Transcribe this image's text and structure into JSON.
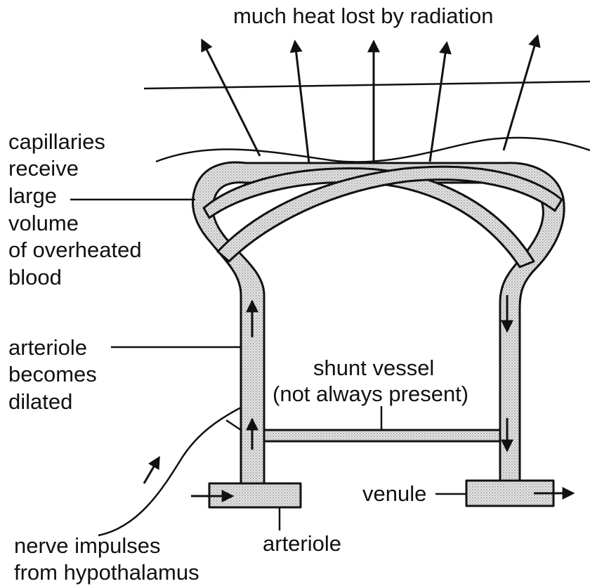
{
  "title": "much heat lost by radiation",
  "labels": {
    "capillaries": [
      "capillaries",
      "receive",
      "large",
      "volume",
      "of overheated",
      "blood"
    ],
    "arteriole_dilated": [
      "arteriole",
      "becomes",
      "dilated"
    ],
    "shunt": [
      "shunt vessel",
      "(not always present)"
    ],
    "venule": "venule",
    "arteriole": "arteriole",
    "nerve": [
      "nerve impulses",
      "from hypothalamus"
    ]
  }
}
